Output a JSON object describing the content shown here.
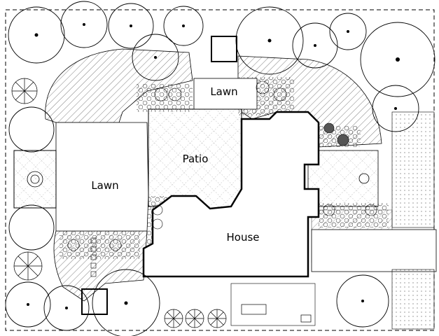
{
  "labels": {
    "lawn_top": "Lawn",
    "lawn_left": "Lawn",
    "patio": "Patio",
    "house": "House"
  },
  "colors": {
    "ink": "#000000",
    "paper": "#ffffff"
  }
}
